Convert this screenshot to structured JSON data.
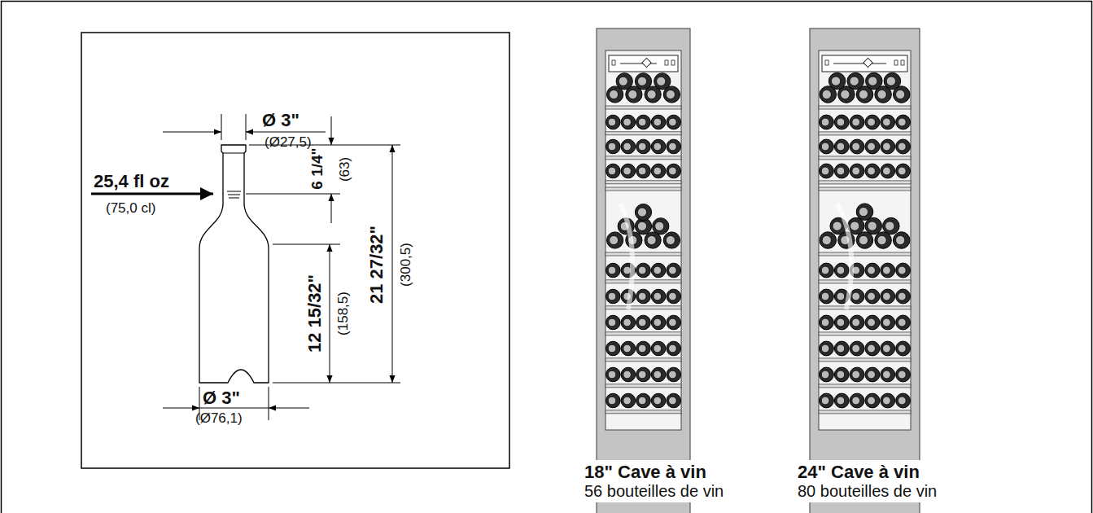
{
  "diagram": {
    "nodes": [
      {
        "text": [
          "18\" Cave à vin",
          "56 bouteilles de vin"
        ]
      },
      {
        "text": [
          "24\" Cave à vin",
          "80 bouteilles de vin"
        ]
      }
    ],
    "labels": [
      "Ø 3\"",
      "(Ø27,5)",
      "25,4 fl oz",
      "(75,0 cl)",
      "6 1/4\"",
      "(63)",
      "21 27/32\"",
      "(300,5)",
      "12 15/32\"",
      "(158,5)",
      "Ø 3\"",
      "(Ø76,1)"
    ]
  }
}
